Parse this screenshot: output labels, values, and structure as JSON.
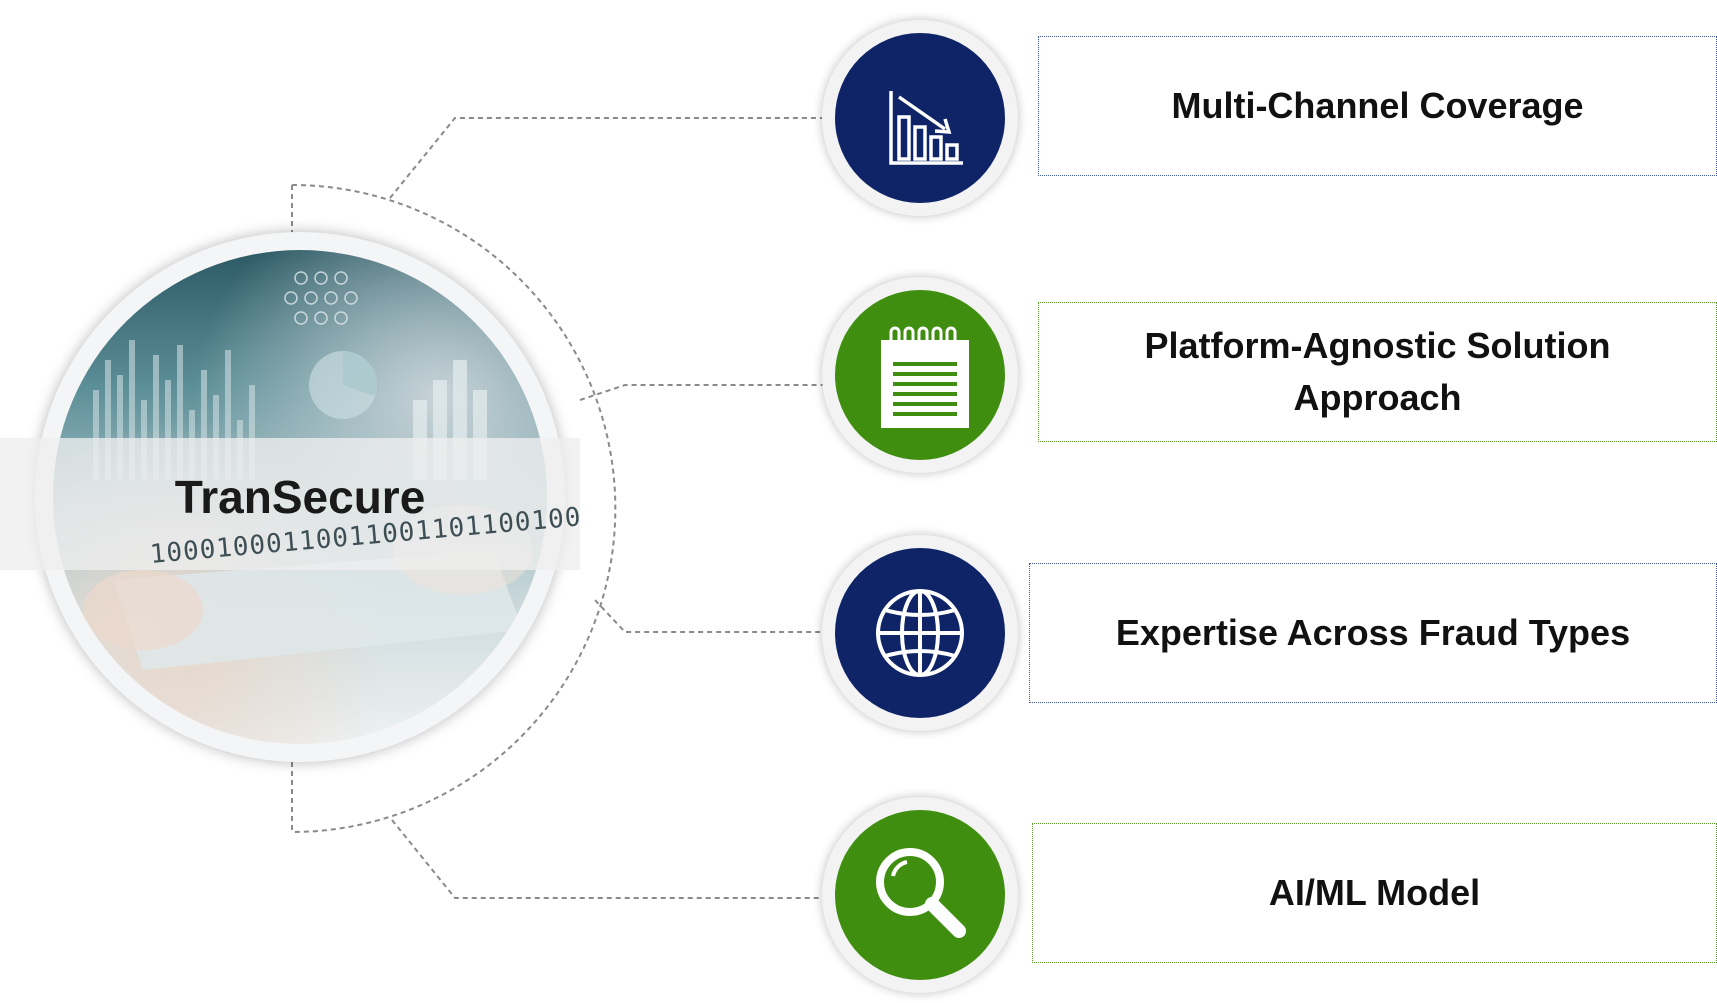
{
  "hub": {
    "title": "TranSecure",
    "binary_text": "10001000110011001101100100"
  },
  "colors": {
    "navy": "#0e2466",
    "green": "#3f8e10",
    "connector": "#8a8a8a"
  },
  "features": [
    {
      "label": "Multi-Channel Coverage",
      "icon": "bar-chart-decline-icon",
      "color": "navy"
    },
    {
      "label": "Platform-Agnostic Solution Approach",
      "icon": "notepad-icon",
      "color": "green"
    },
    {
      "label": "Expertise Across Fraud Types",
      "icon": "globe-icon",
      "color": "navy"
    },
    {
      "label": "AI/ML Model",
      "icon": "magnifier-icon",
      "color": "green"
    }
  ]
}
